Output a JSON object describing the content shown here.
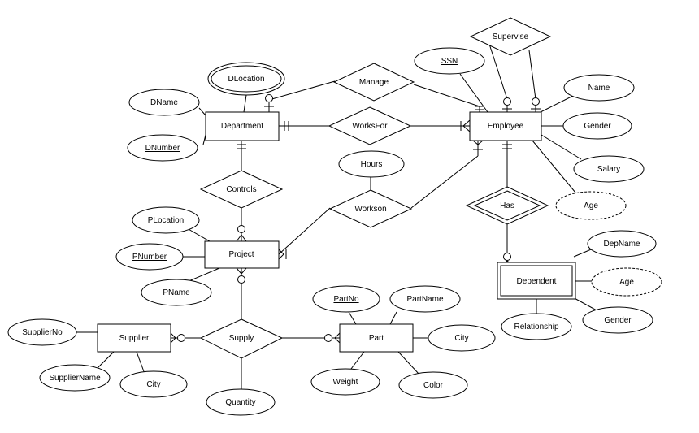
{
  "entities": {
    "department": "Department",
    "employee": "Employee",
    "project": "Project",
    "dependent": "Dependent",
    "supplier": "Supplier",
    "part": "Part"
  },
  "relationships": {
    "manage": "Manage",
    "works_for": "WorksFor",
    "supervise": "Supervise",
    "controls": "Controls",
    "works_on": "Workson",
    "has": "Has",
    "supply": "Supply"
  },
  "attributes": {
    "dlocation": "DLocation",
    "dname": "DName",
    "dnumber": "DNumber",
    "ssn": "SSN",
    "name": "Name",
    "gender_employee": "Gender",
    "salary": "Salary",
    "age_employee": "Age",
    "hours": "Hours",
    "plocation": "PLocation",
    "pnumber": "PNumber",
    "pname": "PName",
    "depname": "DepName",
    "age_dependent": "Age",
    "gender_dependent": "Gender",
    "relationship": "Relationship",
    "supplierno": "SupplierNo",
    "suppliername": "SupplierName",
    "city_supplier": "City",
    "quantity": "Quantity",
    "partno": "PartNo",
    "partname": "PartName",
    "city_part": "City",
    "weight": "Weight",
    "color": "Color"
  }
}
